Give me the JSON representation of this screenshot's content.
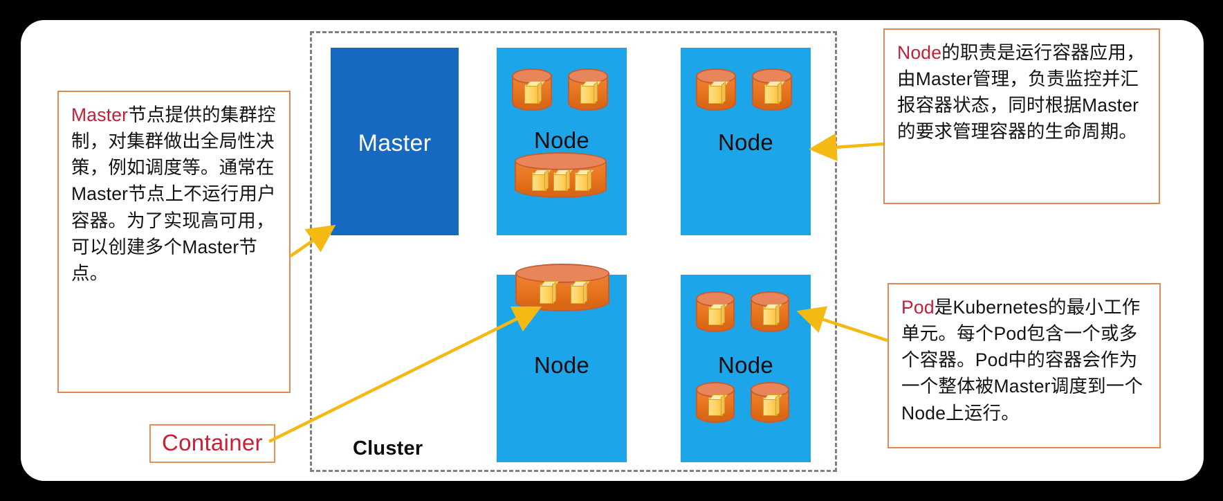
{
  "diagram": {
    "title": "Kubernetes Master / Node / Pod / Container architecture",
    "cluster_label": "Cluster",
    "colors": {
      "page_background": "#000000",
      "card_background": "#ffffff",
      "master_fill": "#1668C0",
      "node_fill": "#1CA5E8",
      "pod_fill": "#E8751F",
      "pod_top_fill": "#E8855A",
      "container_fill": "#FFD15C",
      "callout_border": "#E08A52",
      "keyword_text": "#C32038",
      "arrow_color": "#F5B914",
      "cluster_dash_color": "#808080"
    }
  },
  "boxes": {
    "master": {
      "label": "Master",
      "kind": "master"
    },
    "node_top_left": {
      "label": "Node",
      "kind": "node",
      "pods": 3
    },
    "node_top_right": {
      "label": "Node",
      "kind": "node",
      "pods": 2
    },
    "node_bottom_left": {
      "label": "Node",
      "kind": "node",
      "pods": 1
    },
    "node_bottom_right": {
      "label": "Node",
      "kind": "node",
      "pods": 4
    }
  },
  "callouts": {
    "master": {
      "keyword": "Master",
      "body": "节点提供的集群控制，对集群做出全局性决策，例如调度等。通常在Master节点上不运行用户容器。为了实现高可用，可以创建多个Master节点。"
    },
    "node": {
      "keyword": "Node",
      "body": "的职责是运行容器应用，由Master管理，负责监控并汇报容器状态，同时根据Master的要求管理容器的生命周期。"
    },
    "pod": {
      "keyword": "Pod",
      "body": "是Kubernetes的最小工作单元。每个Pod包含一个或多个容器。Pod中的容器会作为一个整体被Master调度到一个Node上运行。"
    },
    "container_tag": {
      "label": "Container"
    }
  },
  "arrows": [
    {
      "name": "master-callout-to-master-box",
      "from": "master-callout",
      "to": "master-box"
    },
    {
      "name": "node-callout-to-node-box",
      "from": "node-callout",
      "to": "node-top-right"
    },
    {
      "name": "pod-callout-to-pod",
      "from": "pod-callout",
      "to": "node-bottom-right-pod"
    },
    {
      "name": "container-tag-to-container",
      "from": "container-tag",
      "to": "node-bottom-left-container"
    }
  ]
}
